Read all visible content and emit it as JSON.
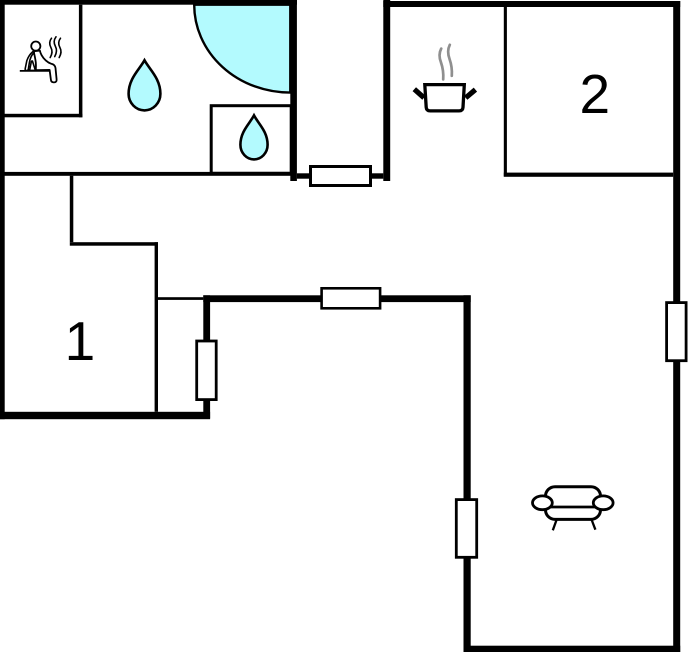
{
  "document": {
    "type": "floor-plan",
    "visible_text": [
      "1",
      "2"
    ]
  },
  "colors": {
    "wall": "#000000",
    "background": "#ffffff",
    "water": "#b3fafe",
    "steam_gray": "#8f8f8f"
  },
  "rooms": {
    "bedroom1": {
      "label": "1"
    },
    "bedroom2": {
      "label": "2"
    }
  },
  "icons": {
    "sauna": "sauna-icon",
    "shower": "shower-quarter-circle-icon",
    "water_drop_large": "water-drop-icon",
    "sink": "sink-basin-icon",
    "water_drop_small": "water-drop-icon",
    "cooking_pot": "cooking-pot-icon",
    "sofa": "sofa-icon"
  }
}
